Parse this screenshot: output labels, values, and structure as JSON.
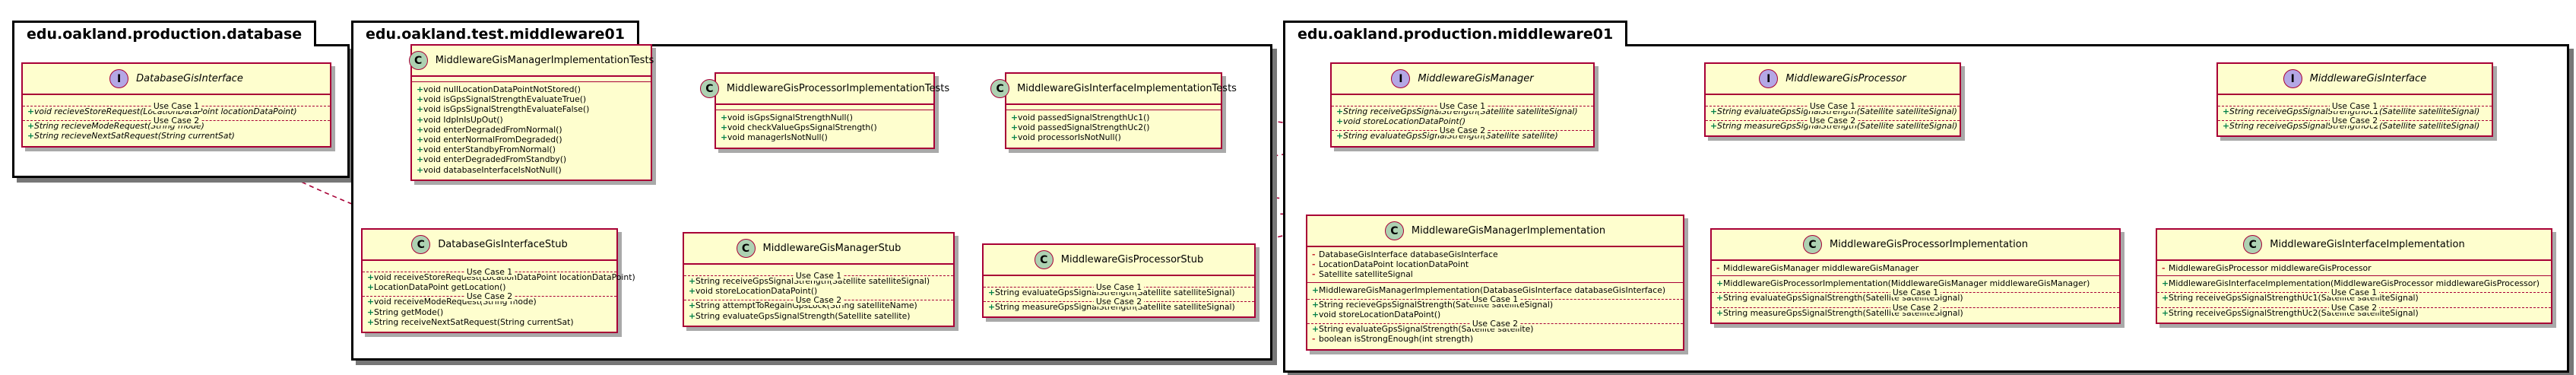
{
  "packages": {
    "prod_db": "edu.oakland.production.database",
    "test_mw": "edu.oakland.test.middleware01",
    "prod_mw": "edu.oakland.production.middleware01"
  },
  "stereotypes": {
    "class": "C",
    "interface": "I"
  },
  "visibility": {
    "public": "+",
    "private": "-"
  },
  "section_labels": {
    "case1": "Use Case 1",
    "case2": "Use Case 2"
  },
  "classes": {
    "db_iface": {
      "name": "DatabaseGisInterface",
      "case1": [
        "void recieveStoreRequest(LocationDataPoint locationDataPoint)"
      ],
      "case2": [
        "String recieveModeRequest(String mode)",
        "String recieveNextSatRequest(String currentSat)"
      ]
    },
    "mgr_tests": {
      "name": "MiddlewareGisManagerImplementationTests",
      "methods": [
        "void nullLocationDataPointNotStored()",
        "void isGpsSignalStrengthEvaluateTrue()",
        "void isGpsSignalStrengthEvaluateFalse()",
        "void IdpInIsUpOut()",
        "void enterDegradedFromNormal()",
        "void enterNormalFromDegraded()",
        "void enterStandbyFromNormal()",
        "void enterDegradedFromStandby()",
        "void databaseInterfaceIsNotNull()"
      ]
    },
    "proc_tests": {
      "name": "MiddlewareGisProcessorImplementationTests",
      "methods": [
        "void isGpsSignalStrengthNull()",
        "void checkValueGpsSignalStrength()",
        "void managerIsNotNull()"
      ]
    },
    "iface_tests": {
      "name": "MiddlewareGisInterfaceImplementationTests",
      "methods": [
        "void passedSignalStrengthUc1()",
        "void passedSignalStrengthUc2()",
        "void processorIsNotNull()"
      ]
    },
    "db_stub": {
      "name": "DatabaseGisInterfaceStub",
      "case1": [
        "void receiveStoreRequest(LocationDataPoint locationDataPoint)",
        "LocationDataPoint getLocation()"
      ],
      "case2": [
        "void receiveModeRequest(String mode)",
        "String getMode()",
        "String receiveNextSatRequest(String currentSat)"
      ]
    },
    "mgr_stub": {
      "name": "MiddlewareGisManagerStub",
      "case1": [
        "String receiveGpsSignalStrength(Satellite satelliteSignal)",
        "void storeLocationDataPoint()"
      ],
      "case2": [
        "String attemptToRegainGpsLock(String satelliteName)",
        "String evaluateGpsSignalStrength(Satellite satellite)"
      ]
    },
    "proc_stub": {
      "name": "MiddlewareGisProcessorStub",
      "case1": [
        "String evaluateGpsSignalStrength(Satellite satelliteSignal)"
      ],
      "case2": [
        "String measureGpsSignalStrength(Satellite satelliteSignal)"
      ]
    },
    "mgr_iface": {
      "name": "MiddlewareGisManager",
      "case1": [
        "String receiveGpsSignalStrength(Satellite satelliteSignal)",
        "void storeLocationDataPoint()"
      ],
      "case2": [
        "String evaluateGpsSignalStrength(Satellite satellite)"
      ]
    },
    "proc_iface": {
      "name": "MiddlewareGisProcessor",
      "case1": [
        "String evaluateGpsSignalStrength(Satellite satelliteSignal)"
      ],
      "case2": [
        "String measureGpsSignalStrength(Satellite satelliteSignal)"
      ]
    },
    "gis_iface": {
      "name": "MiddlewareGisInterface",
      "case1": [
        "String receiveGpsSignalStrengthUc1(Satellite satelliteSignal)"
      ],
      "case2": [
        "String receiveGpsSignalStrengthUc2(Satellite satelliteSignal)"
      ]
    },
    "mgr_impl": {
      "name": "MiddlewareGisManagerImplementation",
      "fields": [
        "DatabaseGisInterface databaseGisInterface",
        "LocationDataPoint locationDataPoint",
        "Satellite satelliteSignal"
      ],
      "ctor": "MiddlewareGisManagerImplementation(DatabaseGisInterface databaseGisInterface)",
      "case1": [
        "String recieveGpsSignalStrength(Satellite satelliteSignal)",
        "void storeLocationDataPoint()"
      ],
      "case2": [
        "String evaluateGpsSignalStrength(Satellite satellite)"
      ],
      "private_methods": [
        "boolean isStrongEnough(int strength)"
      ]
    },
    "proc_impl": {
      "name": "MiddlewareGisProcessorImplementation",
      "fields": [
        "MiddlewareGisManager middlewareGisManager"
      ],
      "ctor": "MiddlewareGisProcessorImplementation(MiddlewareGisManager middlewareGisManager)",
      "case1": [
        "String evaluateGpsSignalStrength(Satellite satelliteSignal)"
      ],
      "case2": [
        "String measureGpsSignalStrength(Satellite satelliteSignal)"
      ]
    },
    "gis_impl": {
      "name": "MiddlewareGisInterfaceImplementation",
      "fields": [
        "MiddlewareGisProcessor middlewareGisProcessor"
      ],
      "ctor": "MiddlewareGisInterfaceImplementation(MiddlewareGisProcessor middlewareGisProcessor)",
      "case1": [
        "String receiveGpsSignalStrengthUc1(Satellite satelliteSignal)"
      ],
      "case2": [
        "String receiveGpsSignalStrengthUc2(Satellite satelliteSignal)"
      ]
    }
  },
  "colors": {
    "border": "#a80036",
    "fill": "#fefece",
    "class_circle": "#add1b2",
    "iface_circle": "#b4a7e5",
    "public": "#038048",
    "private": "#c82930"
  }
}
